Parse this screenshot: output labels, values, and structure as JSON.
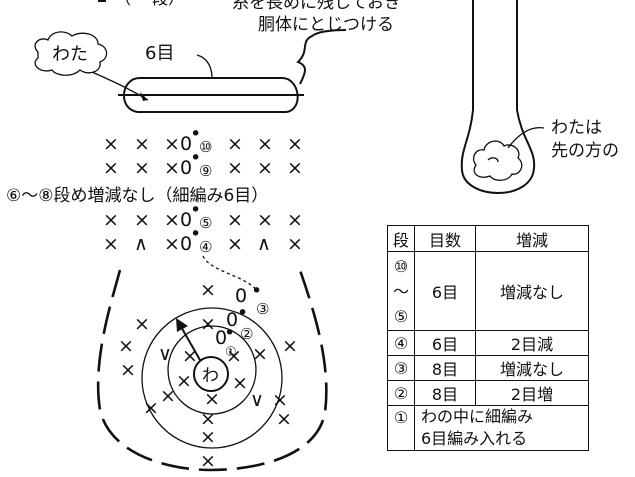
{
  "labels": {
    "wata_cloud": "わた",
    "row_6": "6目",
    "note_line1_partial": "糸を長めに残しておき",
    "note_line2": "胴体にとじつける",
    "top_partial": "（　 段）",
    "right_note_line1": "わたは",
    "right_note_line2": "先の方の",
    "middle_caption": "⑥〜⑧段め増減なし（細編み6目）",
    "center_ring": "わ"
  },
  "symbols": {
    "sc": "×",
    "inc": "∨",
    "dec": "∧",
    "chain": "0",
    "slip": "•"
  },
  "row_numbers": [
    "⑩",
    "⑨",
    "⑤",
    "④",
    "③",
    "②",
    "①"
  ],
  "table": {
    "headers": [
      "段",
      "目数",
      "増減"
    ],
    "rows": [
      {
        "dan": "⑩",
        "dan2": "〜",
        "dan3": "⑤",
        "count": "6目",
        "change": "増減なし"
      },
      {
        "dan": "④",
        "count": "6目",
        "change": "2目減"
      },
      {
        "dan": "③",
        "count": "8目",
        "change": "増減なし"
      },
      {
        "dan": "②",
        "count": "8目",
        "change": "2目増"
      },
      {
        "dan": "①",
        "merged_line1": "わの中に細編み",
        "merged_line2": "6目編み入れる"
      }
    ]
  }
}
